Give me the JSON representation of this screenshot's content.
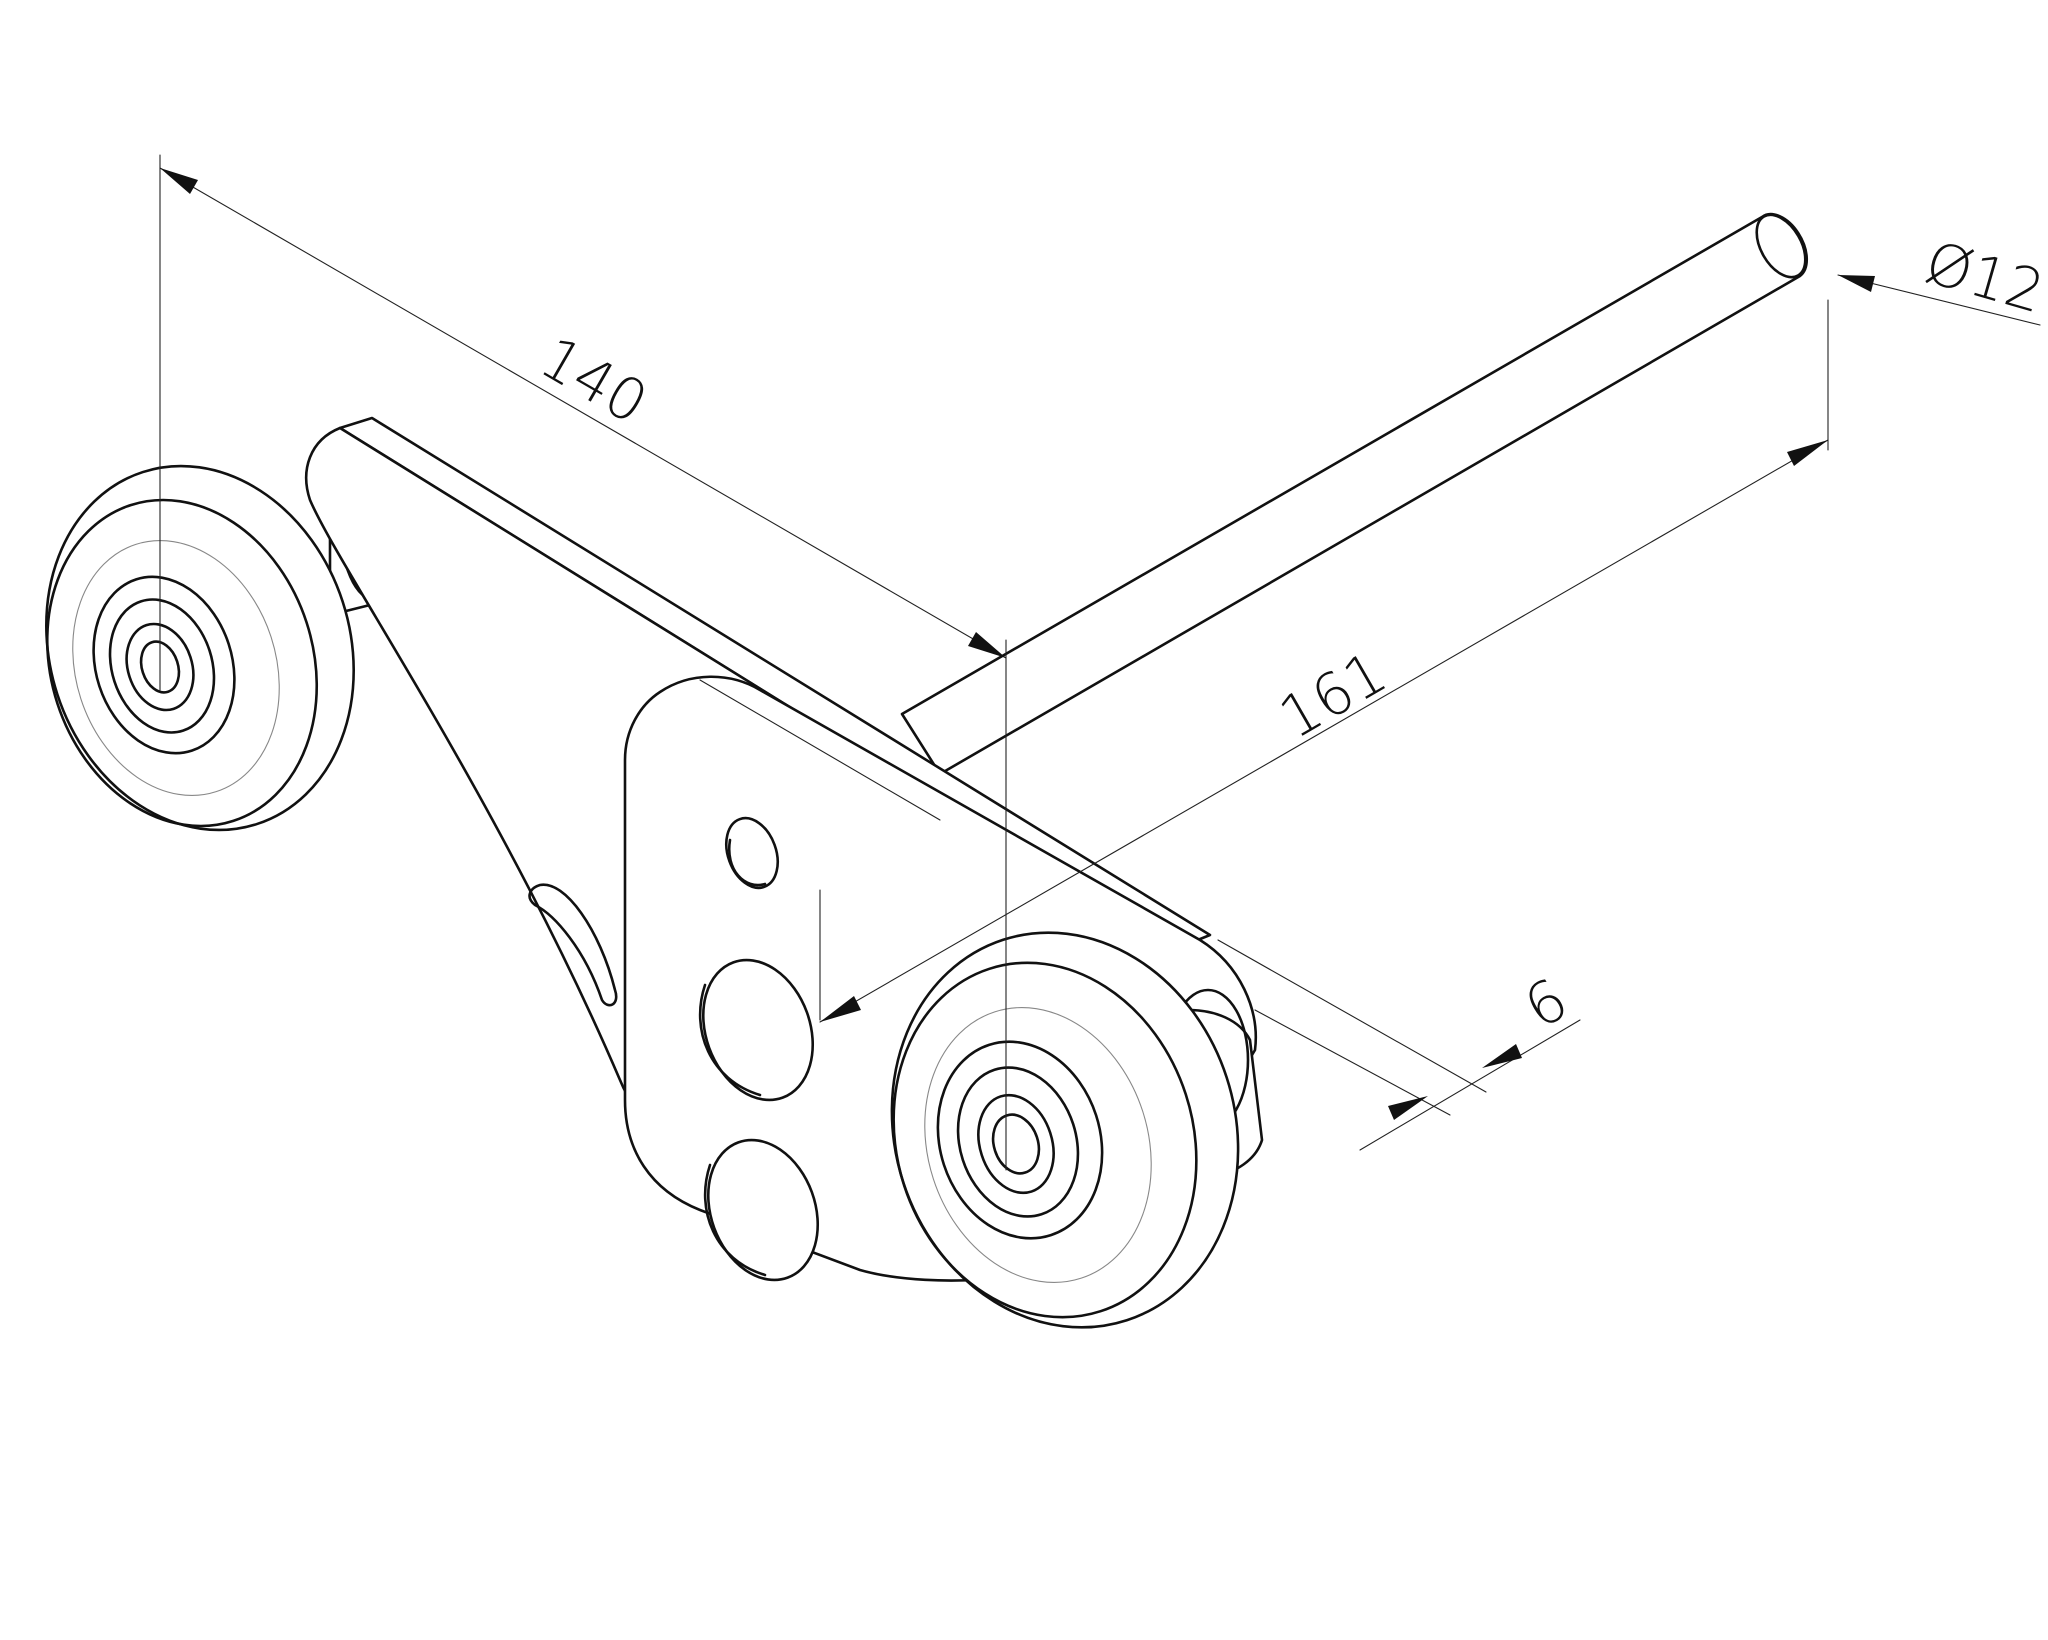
{
  "drawing": {
    "dimensions": {
      "width_overall": "140",
      "axle_length": "161",
      "axle_diameter": "Ø12",
      "plate_thickness": "6"
    }
  }
}
